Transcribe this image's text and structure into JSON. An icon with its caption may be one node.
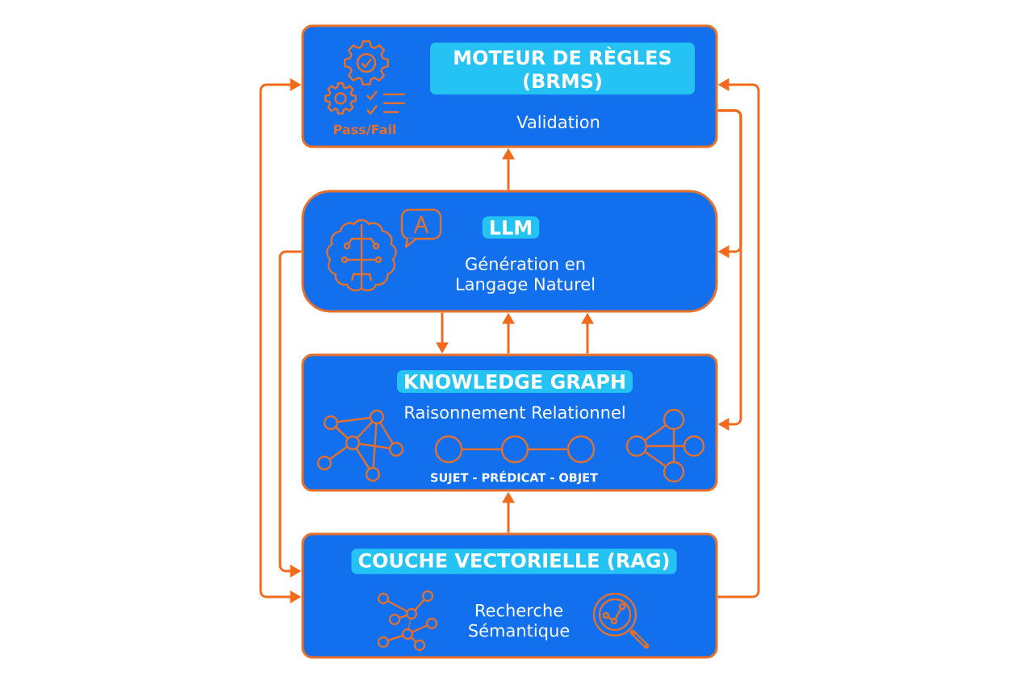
{
  "diagram": {
    "nodes": [
      {
        "text": [
          "MOTEUR DE RÈGLES (BRMS)",
          "Validation",
          "Pass/Fail"
        ]
      },
      {
        "text": [
          "LLM",
          "Génération en Langage Naturel"
        ]
      },
      {
        "text": [
          "KNOWLEDGE GRAPH",
          "Raisonnement Relationnel",
          "SUJET - PRÉDICAT - OBJET"
        ]
      },
      {
        "text": [
          "COUCHE VECTORIELLE (RAG)",
          "Recherche Sémantique"
        ]
      }
    ],
    "edges": [
      {
        "from": 1,
        "to": 0,
        "arrow": "to"
      },
      {
        "from": 1,
        "to": 2,
        "arrow": "to"
      },
      {
        "from": 2,
        "to": 1,
        "arrow": "to"
      },
      {
        "from": 2,
        "to": 1,
        "arrow": "to"
      },
      {
        "from": 3,
        "to": 2,
        "arrow": "to"
      },
      {
        "from": 0,
        "to": 3,
        "arrow": "both"
      },
      {
        "from": 1,
        "to": 3,
        "arrow": "to"
      },
      {
        "from": 0,
        "to": 1,
        "arrow": "to"
      },
      {
        "from": 0,
        "to": 2,
        "arrow": "to"
      },
      {
        "from": 3,
        "to": 0,
        "arrow": "to"
      }
    ]
  }
}
